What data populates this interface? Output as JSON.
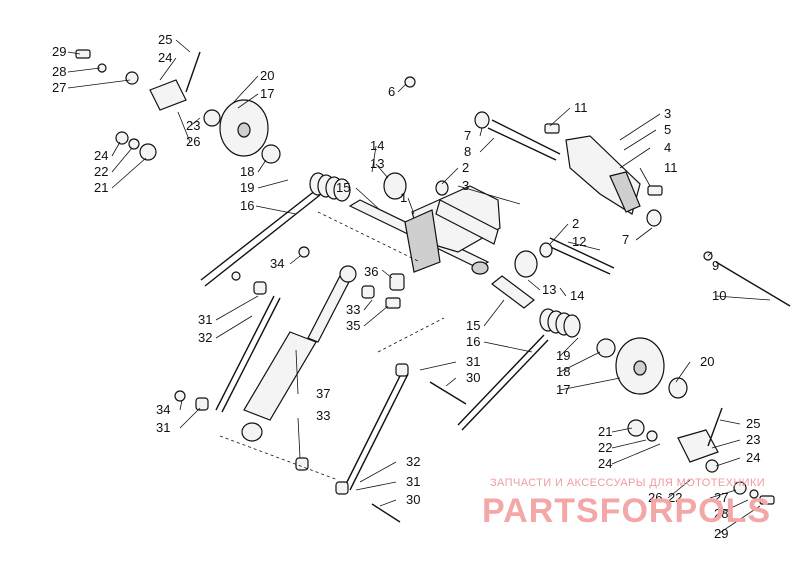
{
  "diagram": {
    "callouts": [
      {
        "label": "29"
      },
      {
        "label": "28"
      },
      {
        "label": "27"
      },
      {
        "label": "25"
      },
      {
        "label": "24"
      },
      {
        "label": "20"
      },
      {
        "label": "17"
      },
      {
        "label": "23"
      },
      {
        "label": "26"
      },
      {
        "label": "24"
      },
      {
        "label": "22"
      },
      {
        "label": "21"
      },
      {
        "label": "18"
      },
      {
        "label": "19"
      },
      {
        "label": "16"
      },
      {
        "label": "6"
      },
      {
        "label": "11"
      },
      {
        "label": "3"
      },
      {
        "label": "5"
      },
      {
        "label": "4"
      },
      {
        "label": "11"
      },
      {
        "label": "7"
      },
      {
        "label": "8"
      },
      {
        "label": "14"
      },
      {
        "label": "13"
      },
      {
        "label": "2"
      },
      {
        "label": "3"
      },
      {
        "label": "15"
      },
      {
        "label": "1"
      },
      {
        "label": "2"
      },
      {
        "label": "12"
      },
      {
        "label": "7"
      },
      {
        "label": "9"
      },
      {
        "label": "10"
      },
      {
        "label": "34"
      },
      {
        "label": "36"
      },
      {
        "label": "13"
      },
      {
        "label": "14"
      },
      {
        "label": "33"
      },
      {
        "label": "35"
      },
      {
        "label": "31"
      },
      {
        "label": "32"
      },
      {
        "label": "15"
      },
      {
        "label": "16"
      },
      {
        "label": "19"
      },
      {
        "label": "18"
      },
      {
        "label": "17"
      },
      {
        "label": "20"
      },
      {
        "label": "31"
      },
      {
        "label": "30"
      },
      {
        "label": "37"
      },
      {
        "label": "34"
      },
      {
        "label": "31"
      },
      {
        "label": "33"
      },
      {
        "label": "21"
      },
      {
        "label": "22"
      },
      {
        "label": "24"
      },
      {
        "label": "25"
      },
      {
        "label": "23"
      },
      {
        "label": "24"
      },
      {
        "label": "32"
      },
      {
        "label": "31"
      },
      {
        "label": "30"
      },
      {
        "label": "26"
      },
      {
        "label": "27"
      },
      {
        "label": "22"
      },
      {
        "label": "28"
      },
      {
        "label": "29"
      }
    ]
  },
  "watermark": {
    "line1": "ЗАПЧАСТИ И АКСЕССУАРЫ ДЛЯ МОТОТЕХНИКИ",
    "line2": "PARTSFORPOLS"
  }
}
